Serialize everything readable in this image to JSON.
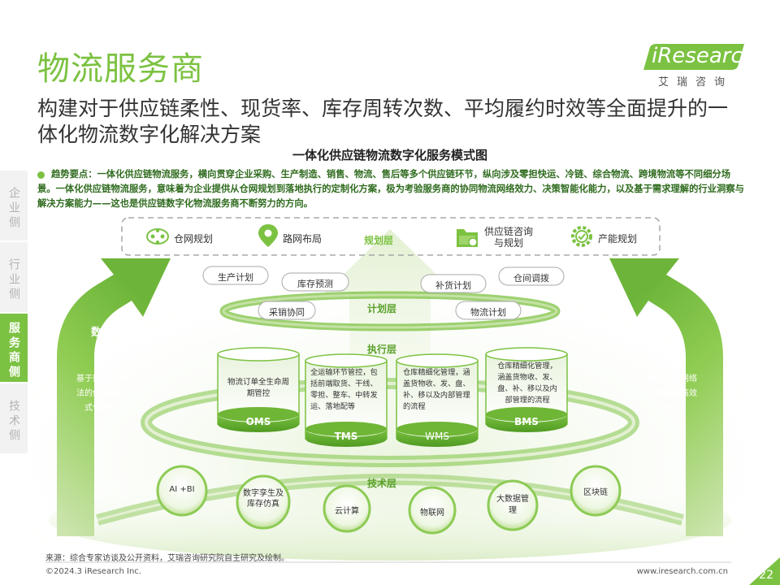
{
  "header": {
    "title": "物流服务商",
    "subtitle": "构建对于供应链柔性、现货率、库存周转次数、平均履约时效等全面提升的一体化物流数字化解决方案"
  },
  "logo": {
    "brand": "iResearch",
    "brand_cn": "艾瑞咨询"
  },
  "side_tabs": [
    "企业侧",
    "行业侧",
    "服务商侧",
    "技术侧"
  ],
  "diagram": {
    "title": "一体化供应链物流数字化服务模式图",
    "summary_key": "趋势要点：",
    "summary_text": "一体化供应链物流服务，横向贯穿企业采购、生产制造、销售、物流、售后等多个供应链环节，纵向涉及零担快运、冷链、综合物流、跨境物流等不同细分场景。一体化供应链物流服务，意味着为企业提供从仓网规划到落地执行的定制化方案，极为考验服务商的协同物流网络效力、决策智能化能力，以及基于需求理解的行业洞察与解决方案能力——这也是供应链数字化物流服务商不断努力的方向。",
    "planning_layer": {
      "name": "规划层",
      "items": [
        "仓网规划",
        "路网布局",
        "供应链咨询\n与规划",
        "产能规划"
      ]
    },
    "plan_layer": {
      "name": "计划层",
      "items": [
        "生产计划",
        "库存预测",
        "采销协同",
        "补货计划",
        "仓间调拨",
        "物流计划"
      ]
    },
    "exec_layer": {
      "name": "执行层",
      "systems": [
        {
          "name": "OMS",
          "desc": "物流订单全生命周期管控"
        },
        {
          "name": "TMS",
          "desc": "全运输环节管控，包括前端取货、干线、零担、整车、中转发运、落地配等"
        },
        {
          "name": "WMS",
          "desc": "仓库精细化管理，涵盖货物收、发、盘、补、移以及内部管理的流程"
        },
        {
          "name": "BMS",
          "desc": "仓库精细化管理，涵盖货物收、发、盘、补、移以及内部管理的流程"
        }
      ]
    },
    "tech_layer": {
      "name": "技术层",
      "items": [
        "AI +BI",
        "数字孪生及库存仿真",
        "云计算",
        "物联网",
        "大数据管理",
        "区块链"
      ]
    },
    "left_arrow": {
      "title": "数字世界",
      "desc": "基于数据和算法的供应链模式化方案"
    },
    "right_arrow": {
      "title": "物理世界",
      "desc": "基于物流网络的供应链高效执行"
    }
  },
  "footer": {
    "source": "来源：综合专家访谈及公开资料，艾瑞咨询研究院自主研究及绘制。",
    "copyright": "©2024.3 iResearch Inc.",
    "website": "www.iresearch.com.cn",
    "page": "22"
  },
  "colors": {
    "accent": "#7cc242",
    "dark_green": "#2f6b1e",
    "light_green": "#e6f2d7"
  },
  "icons": [
    "network-icon",
    "location-pin-icon",
    "folder-icon",
    "gear-check-icon"
  ]
}
